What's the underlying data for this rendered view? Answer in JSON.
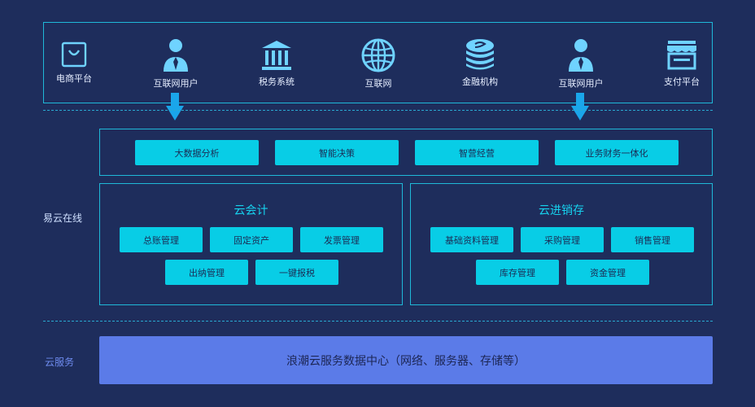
{
  "sources": [
    {
      "label": "电商平台",
      "icon": "shopping-bag-icon"
    },
    {
      "label": "互联网用户",
      "icon": "user-icon"
    },
    {
      "label": "税务系统",
      "icon": "government-building-icon"
    },
    {
      "label": "互联网",
      "icon": "globe-icon"
    },
    {
      "label": "金融机构",
      "icon": "coin-stack-icon"
    },
    {
      "label": "互联网用户",
      "icon": "user-icon"
    },
    {
      "label": "支付平台",
      "icon": "storefront-icon"
    }
  ],
  "sections": {
    "online_label": "易云在线",
    "cloud_label": "云服务"
  },
  "capabilities": [
    "大数据分析",
    "智能决策",
    "智营经营",
    "业务财务一体化"
  ],
  "accounting": {
    "title": "云会计",
    "items": [
      "总账管理",
      "固定资产",
      "发票管理",
      "出纳管理",
      "一键报税"
    ]
  },
  "inventory": {
    "title": "云进销存",
    "items": [
      "基础资料管理",
      "采购管理",
      "销售管理",
      "库存管理",
      "资金管理"
    ]
  },
  "cloud_bar": "浪潮云服务数据中心（网络、服务器、存储等）",
  "colors": {
    "background": "#1e2d5c",
    "border": "#1fb8d8",
    "chip": "#08cde6",
    "cloud_bar": "#5b7be8",
    "icon": "#6fd3ff"
  }
}
